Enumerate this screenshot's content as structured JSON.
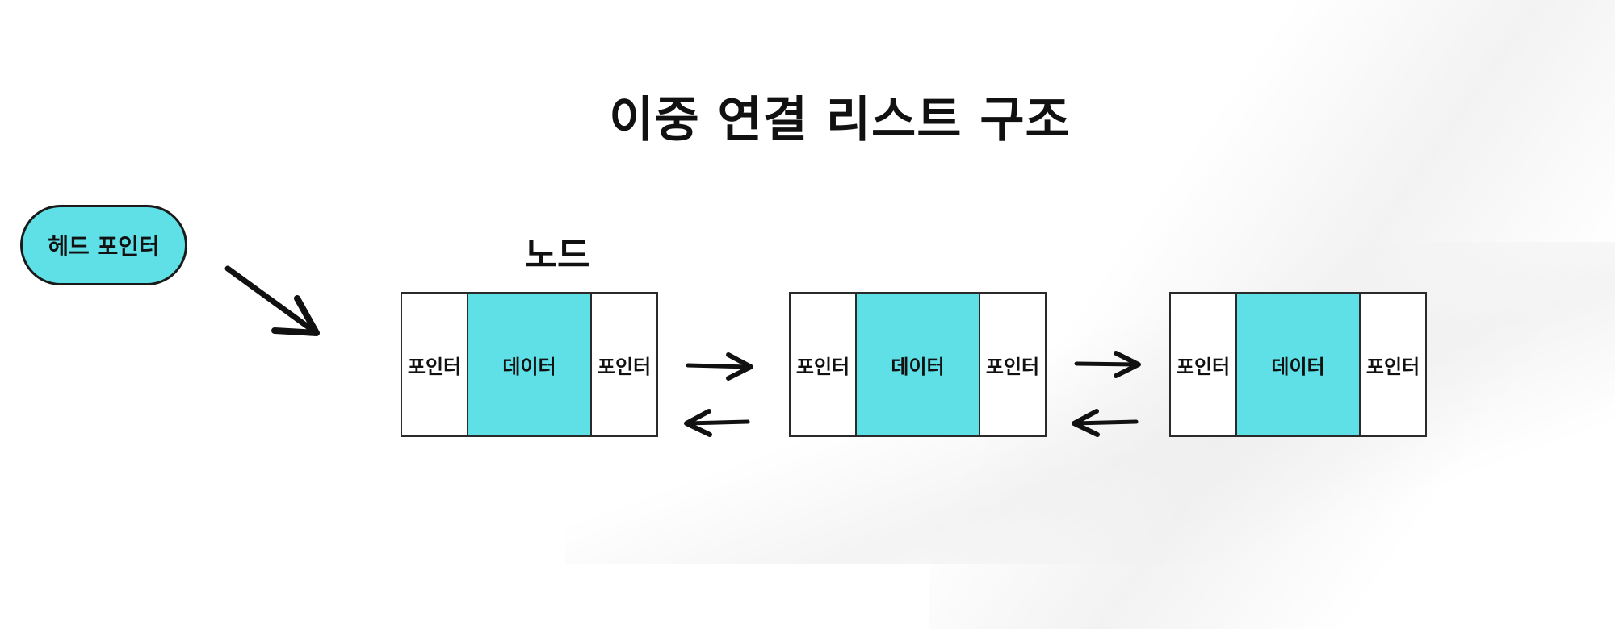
{
  "title": "이중 연결 리스트 구조",
  "head_pointer": {
    "label": "헤드 포인터"
  },
  "node_label": "노드",
  "nodes": [
    {
      "prev_label": "포인터",
      "data_label": "데이터",
      "next_label": "포인터"
    },
    {
      "prev_label": "포인터",
      "data_label": "데이터",
      "next_label": "포인터"
    },
    {
      "prev_label": "포인터",
      "data_label": "데이터",
      "next_label": "포인터"
    }
  ],
  "colors": {
    "accent": "#5ee0e6",
    "outline": "#1a1a1a",
    "background": "#ffffff"
  }
}
